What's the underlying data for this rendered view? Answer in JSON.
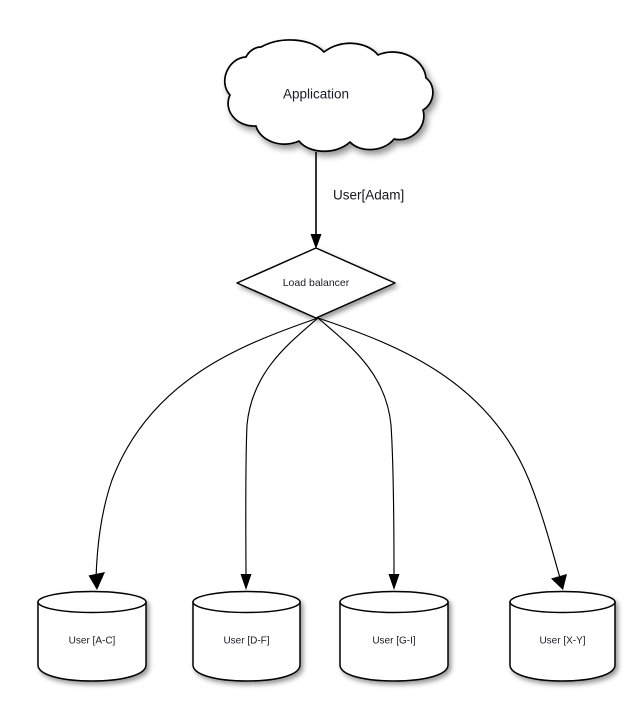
{
  "diagram": {
    "title_text": "Application",
    "background_color": "#ffffff",
    "stroke_color": "#000000",
    "text_color": "#1a1a28",
    "nodes": {
      "cloud": {
        "label": "Application",
        "shape": "cloud",
        "icon": "cloud-icon"
      },
      "load_balancer": {
        "label": "Load balancer",
        "shape": "diamond",
        "icon": "diamond-icon"
      },
      "databases": [
        {
          "label": "User [A-C]",
          "shape": "cylinder",
          "icon": "database-icon"
        },
        {
          "label": "User [D-F]",
          "shape": "cylinder",
          "icon": "database-icon"
        },
        {
          "label": "User [G-I]",
          "shape": "cylinder",
          "icon": "database-icon"
        },
        {
          "label": "User [X-Y]",
          "shape": "cylinder",
          "icon": "database-icon"
        }
      ]
    },
    "edges": {
      "app_to_balancer_label": "User[Adam]"
    }
  }
}
